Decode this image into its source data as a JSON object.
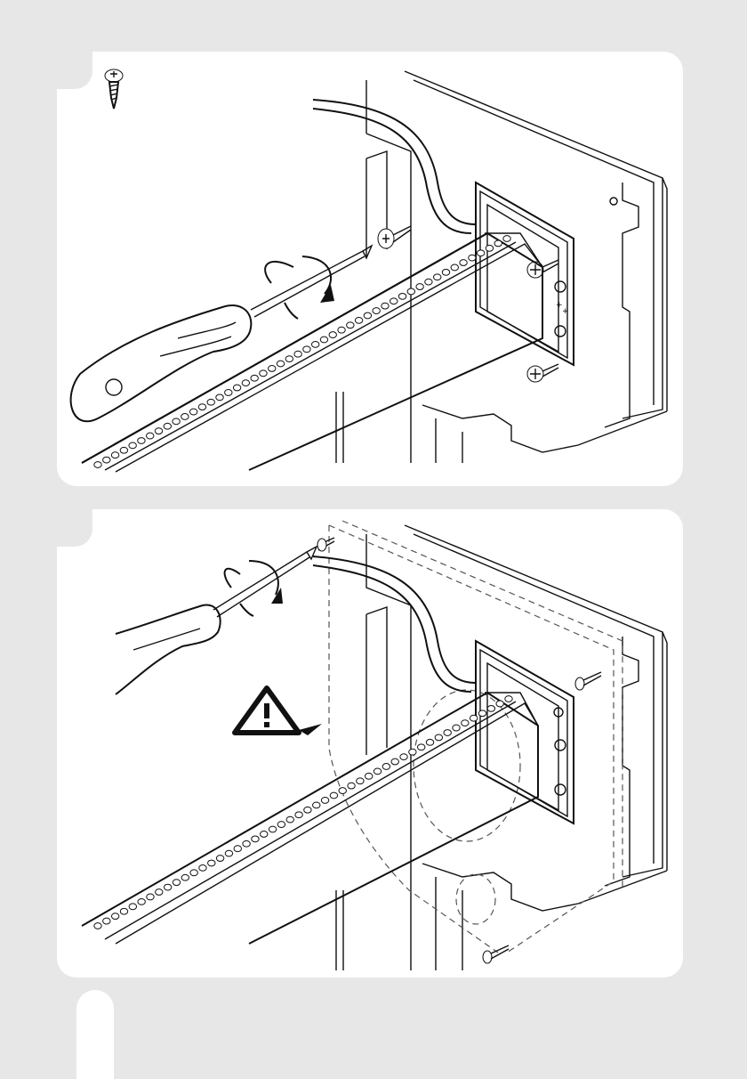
{
  "figures": [
    {
      "step": "screw-fastening",
      "tool": "screwdriver",
      "fastener": "screw-icon"
    },
    {
      "step": "cover-fitting",
      "tool": "screwdriver",
      "warning": "warning-triangle-icon"
    }
  ],
  "colors": {
    "background": "#e7e7e7",
    "panel": "#ffffff",
    "line": "#111111"
  }
}
